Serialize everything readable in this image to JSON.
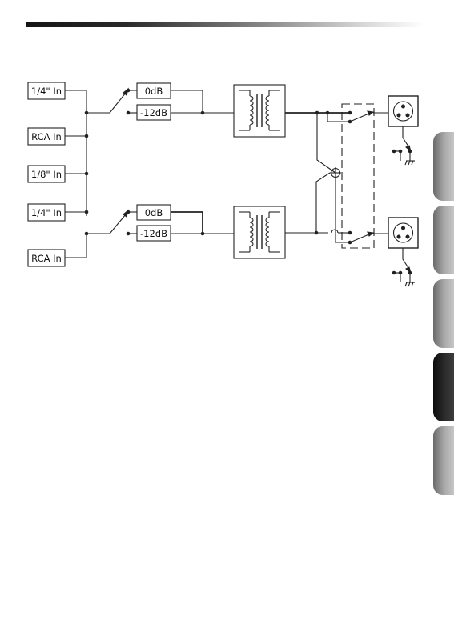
{
  "diagram": {
    "inputs": [
      "1/4\" In",
      "RCA In",
      "1/8\" In",
      "1/4\" In",
      "RCA In"
    ],
    "pad_channel_1": [
      "0dB",
      "-12dB"
    ],
    "pad_channel_2": [
      "0dB",
      "-12dB"
    ]
  },
  "side_tabs": {
    "count": 5,
    "active_index": 3
  }
}
